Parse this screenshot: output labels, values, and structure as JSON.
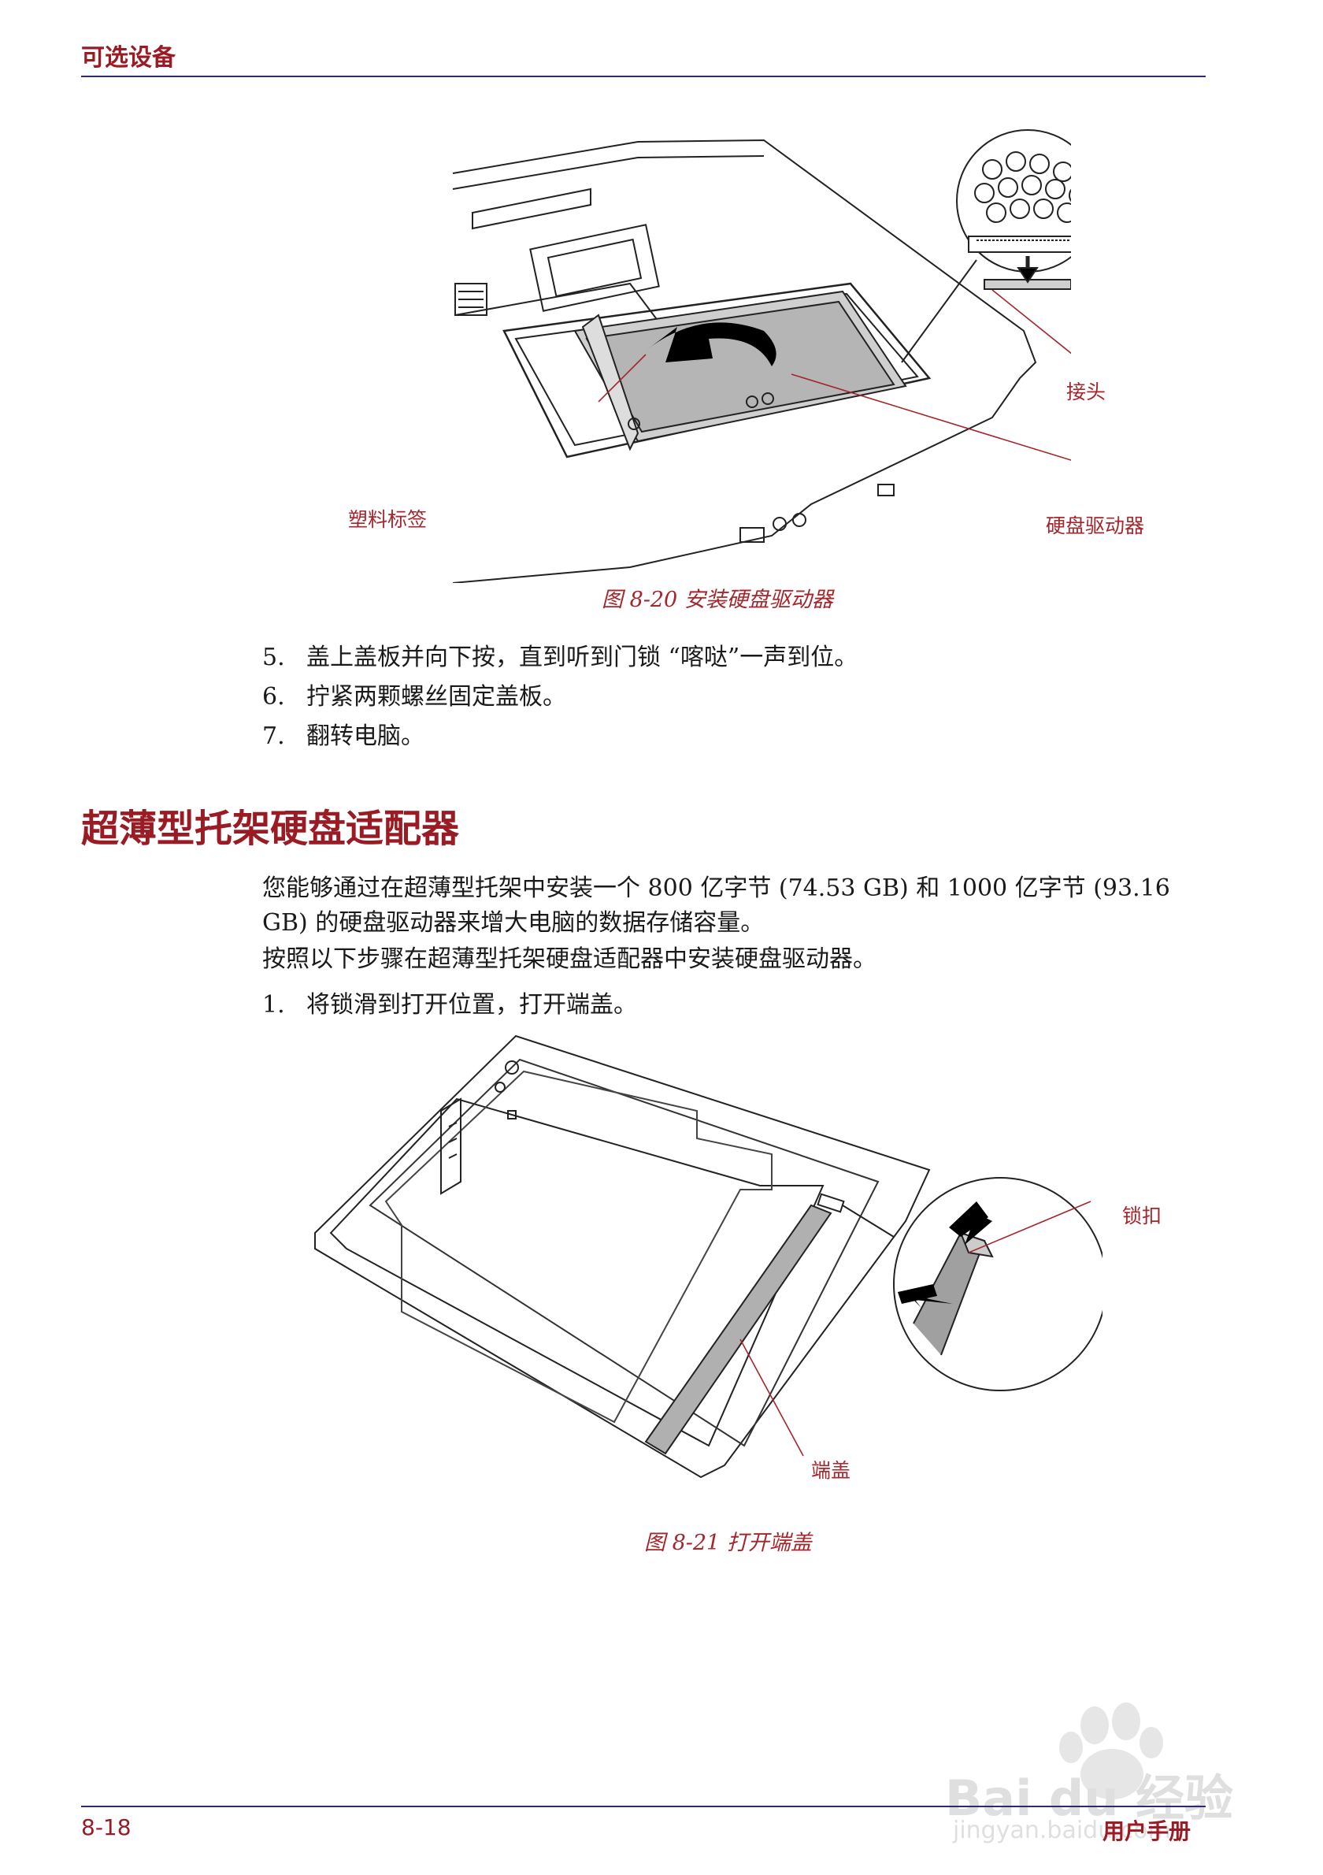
{
  "header": {
    "title": "可选设备"
  },
  "figure1": {
    "callouts": {
      "connector": "接头",
      "plastic_tab": "塑料标签",
      "hdd": "硬盘驱动器"
    },
    "caption": "图 8-20 安装硬盘驱动器"
  },
  "steps_a": [
    {
      "num": "5.",
      "text": "盖上盖板并向下按，直到听到门锁 “喀哒”一声到位。"
    },
    {
      "num": "6.",
      "text": "拧紧两颗螺丝固定盖板。"
    },
    {
      "num": "7.",
      "text": "翻转电脑。"
    }
  ],
  "section": {
    "heading": "超薄型托架硬盘适配器",
    "para1": "您能够通过在超薄型托架中安装一个 800 亿字节 (74.53 GB) 和 1000 亿字节 (93.16 GB) 的硬盘驱动器来增大电脑的数据存储容量。",
    "para2": "按照以下步骤在超薄型托架硬盘适配器中安装硬盘驱动器。"
  },
  "steps_b": [
    {
      "num": "1.",
      "text": "将锁滑到打开位置，打开端盖。"
    }
  ],
  "figure2": {
    "callouts": {
      "latch": "锁扣",
      "end_cap": "端盖"
    },
    "caption": "图 8-21 打开端盖"
  },
  "footer": {
    "page": "8-18",
    "title": "用户手册"
  },
  "watermark": {
    "brand": "Bai du 经验",
    "url": "jingyan.baidu.com"
  },
  "colors": {
    "accent": "#9b1b24",
    "rule": "#2d2a6e",
    "callout": "#a5262c"
  }
}
